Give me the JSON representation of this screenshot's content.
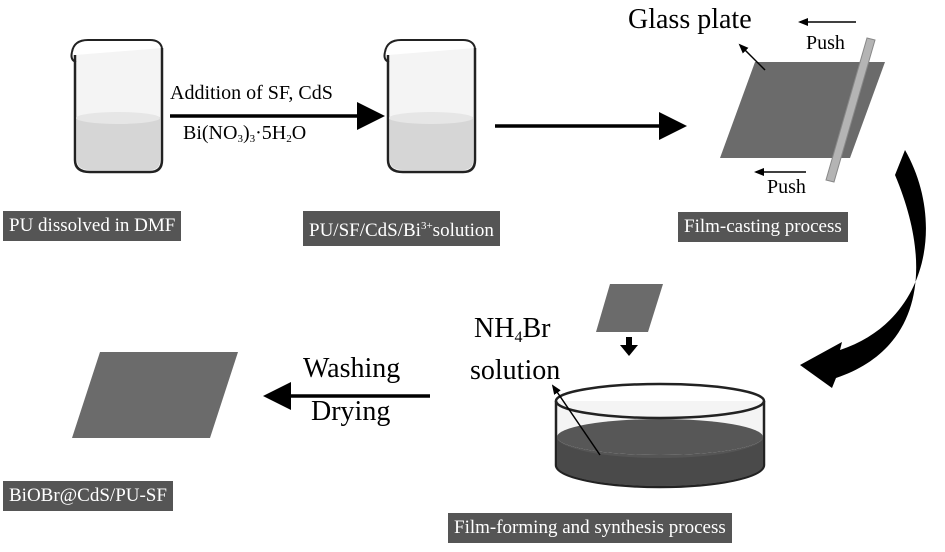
{
  "colors": {
    "label_bg": "#555555",
    "film": "#6b6b6b",
    "liquid_light": "#dcdcdc",
    "liquid_dark": "#595959",
    "arrow": "#000000",
    "glass_rod": "#b0b0b0"
  },
  "labels": {
    "pu_dissolved": "PU dissolved in DMF",
    "solution_prefix": "PU/SF/CdS/Bi",
    "solution_sup": "3+",
    "solution_suffix": "solution",
    "film_casting": "Film-casting process",
    "film_forming": "Film-forming and synthesis process",
    "product": "BiOBr@CdS/PU-SF"
  },
  "annotations": {
    "addition_line1": "Addition of SF, CdS",
    "bi_prefix": "Bi(NO",
    "bi_sub1": "3",
    "bi_mid": ")",
    "bi_sub2": "3",
    "bi_suffix": "·5H",
    "bi_sub3": "2",
    "bi_end": "O",
    "glass_plate": "Glass plate",
    "push_top": "Push",
    "push_bottom": "Push",
    "nh4br_prefix": "NH",
    "nh4br_sub": "4",
    "nh4br_suffix": "Br",
    "solution_word": "solution",
    "washing": "Washing",
    "drying": "Drying"
  }
}
